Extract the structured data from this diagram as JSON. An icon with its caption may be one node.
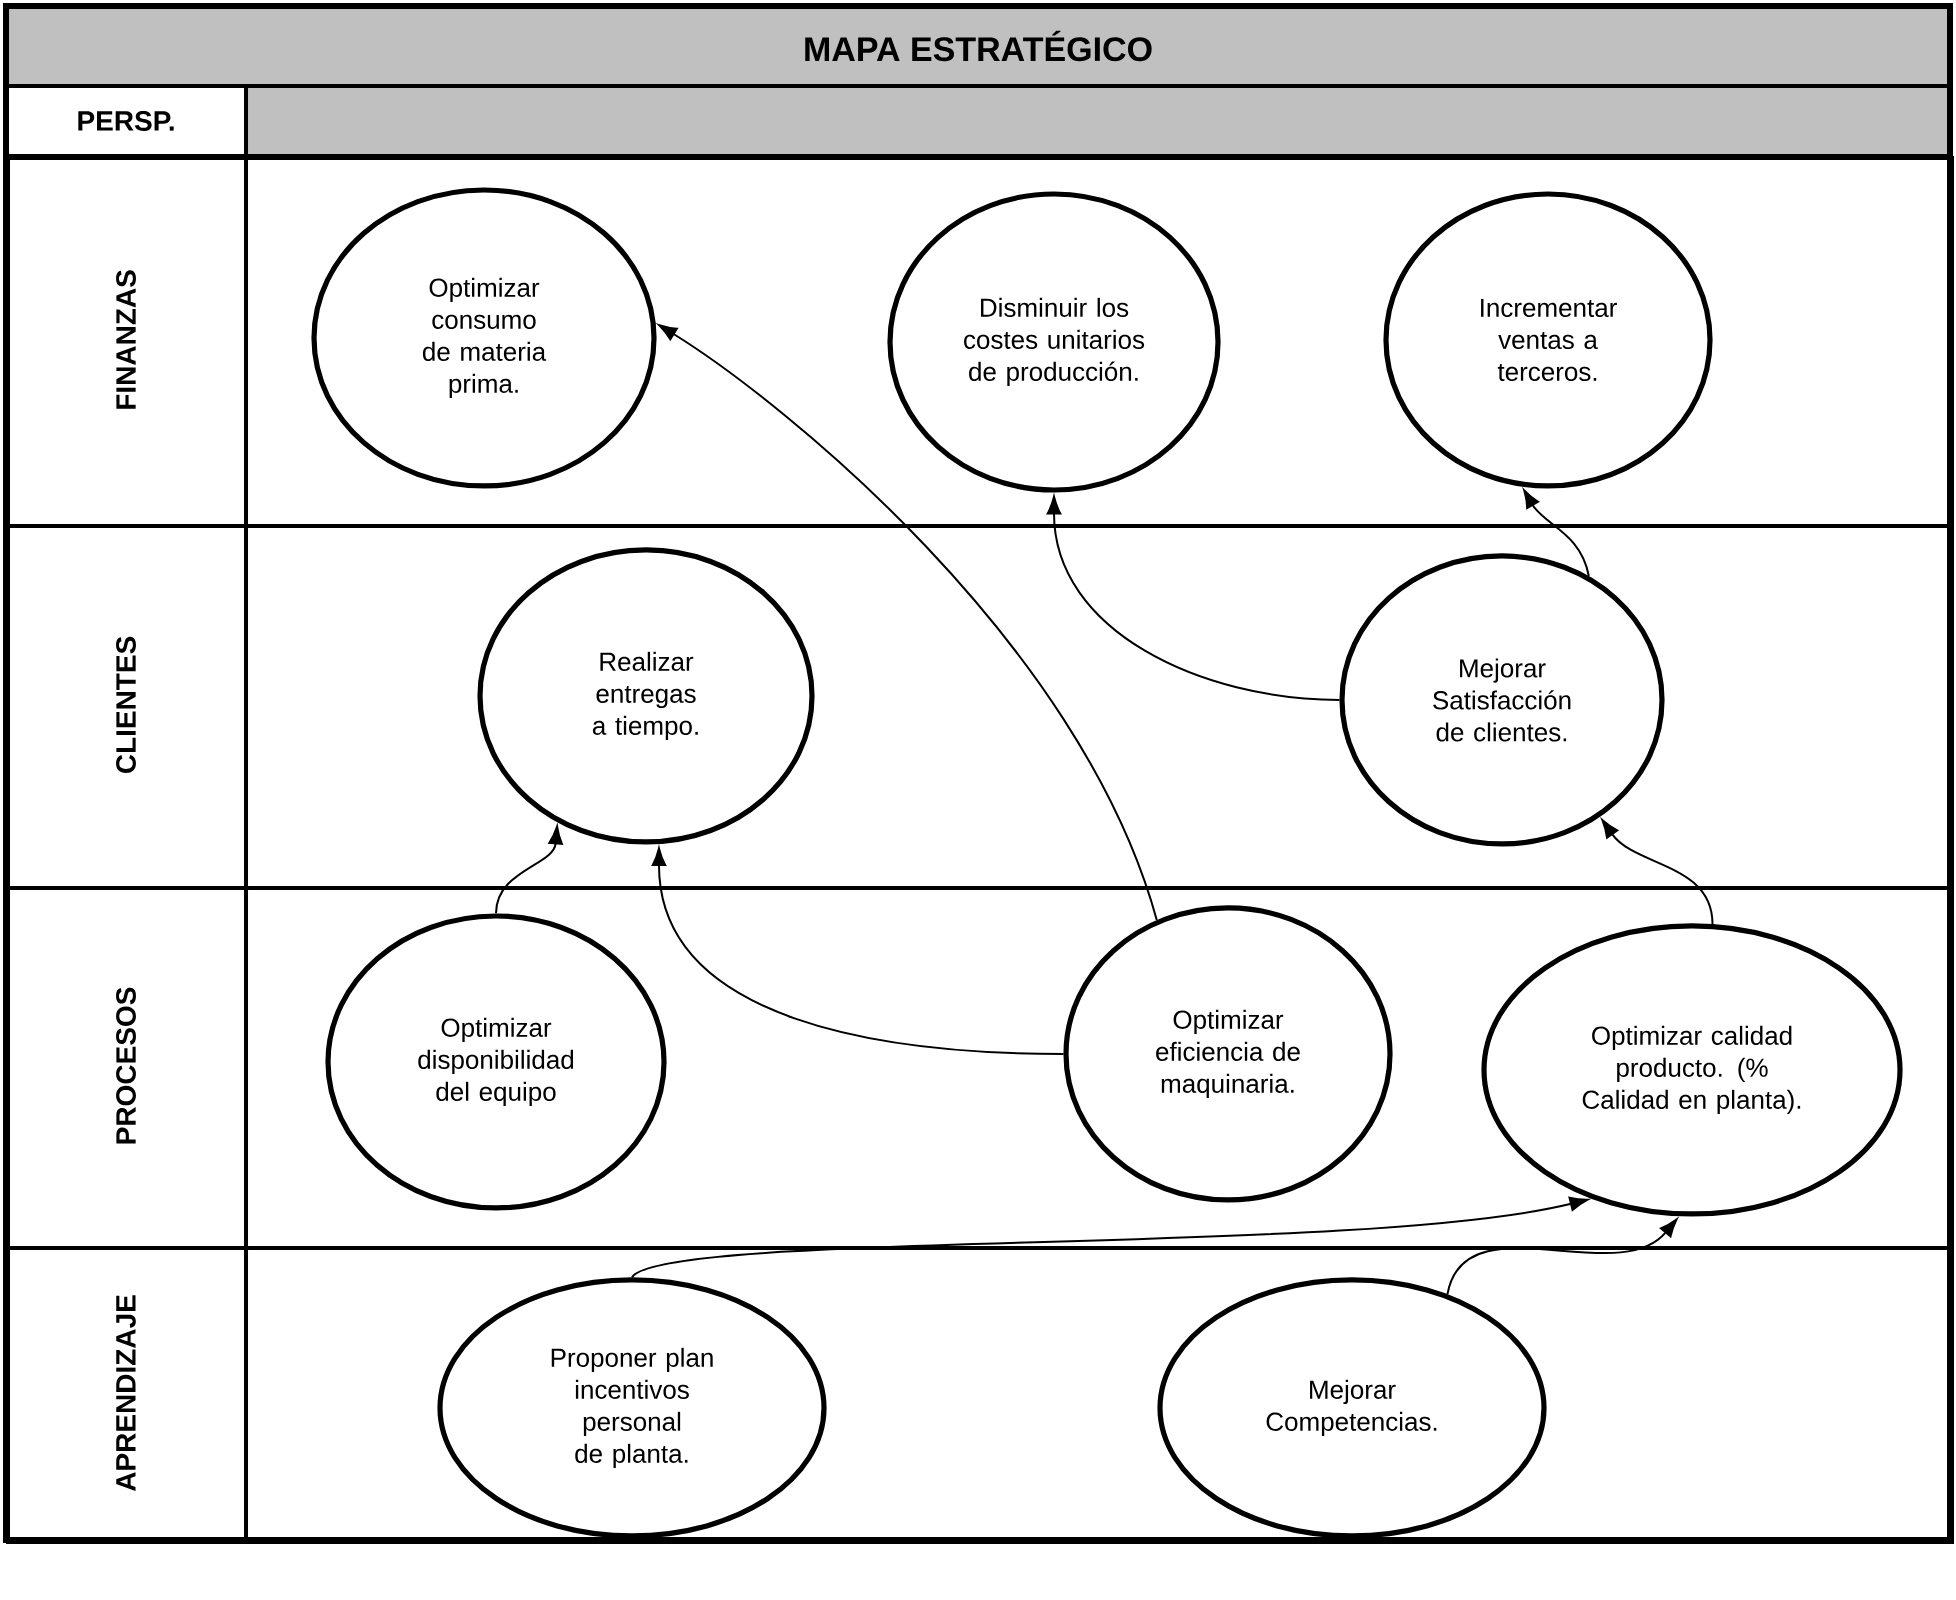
{
  "diagram": {
    "title": "MAPA ESTRATÉGICO",
    "nodes": [
      {
        "text": [
          "FINANZAS"
        ]
      },
      {
        "text": [
          "Optimizar consumo de materia prima."
        ],
        "in": 0
      },
      {
        "text": [
          "Disminuir los costes unitarios de producción."
        ],
        "in": 0
      },
      {
        "text": [
          "Incrementar ventas a terceros."
        ],
        "in": 0
      },
      {
        "text": [
          "CLIENTES"
        ]
      },
      {
        "text": [
          "Realizar entregas a tiempo."
        ],
        "in": 4
      },
      {
        "text": [
          "Mejorar Satisfacción de clientes."
        ],
        "in": 4
      },
      {
        "text": [
          "PROCESOS"
        ]
      },
      {
        "text": [
          "Optimizar disponibilidad del equipo"
        ],
        "in": 7
      },
      {
        "text": [
          "Optimizar eficiencia de maquinaria."
        ],
        "in": 7
      },
      {
        "text": [
          "Optimizar calidad producto. (% Calidad en planta)."
        ],
        "in": 7
      },
      {
        "text": [
          "APRENDIZAJE"
        ]
      },
      {
        "text": [
          "Proponer plan incentivos personal de planta."
        ],
        "in": 11
      },
      {
        "text": [
          "Mejorar Competencias."
        ],
        "in": 11
      }
    ],
    "edges": [
      {
        "from": 8,
        "to": 5,
        "arrow": "to"
      },
      {
        "from": 9,
        "to": 5,
        "arrow": "to"
      },
      {
        "from": 9,
        "to": 1,
        "arrow": "to"
      },
      {
        "from": 6,
        "to": 2,
        "arrow": "to"
      },
      {
        "from": 6,
        "to": 3,
        "arrow": "to"
      },
      {
        "from": 10,
        "to": 6,
        "arrow": "to"
      },
      {
        "from": 12,
        "to": 10,
        "arrow": "to"
      },
      {
        "from": 13,
        "to": 10,
        "arrow": "to"
      }
    ],
    "labels": [
      "PERSP."
    ]
  }
}
